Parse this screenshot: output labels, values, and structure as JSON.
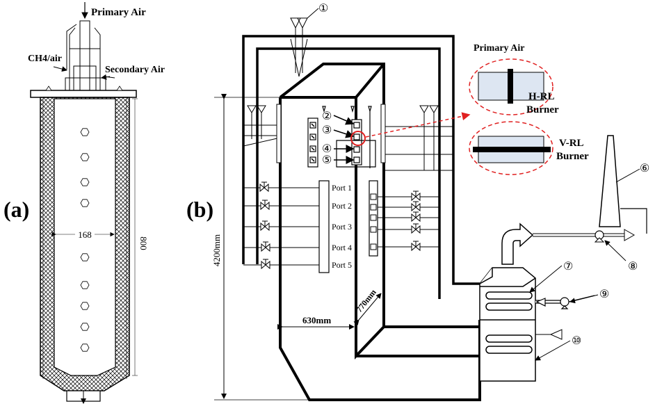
{
  "panel_a": {
    "label": "(a)",
    "primary_air": "Primary Air",
    "ch4_air": "CH4/air",
    "secondary_air": "Secondary Air",
    "dim_width": "168",
    "dim_height": "800",
    "colors": {
      "primary": "#e02020",
      "ch4": "#b01515",
      "secondary": "#1a2fd6"
    }
  },
  "panel_b": {
    "label": "(b)",
    "markers": [
      "①",
      "②",
      "③",
      "④",
      "⑤",
      "⑥",
      "⑦",
      "⑧",
      "⑨",
      "⑩"
    ],
    "ports": [
      "Port 1",
      "Port 2",
      "Port 3",
      "Port 4",
      "Port 5"
    ],
    "dim_height": "4200mm",
    "dim_width": "630mm",
    "dim_depth": "770mm",
    "inset_title": "Primary Air",
    "h_burner_line1": "H-RL",
    "h_burner_line2": "Burner",
    "v_burner_line1": "V-RL",
    "v_burner_line2": "Burner",
    "colors": {
      "highlight": "#e02020",
      "burner_fill": "#dde6f2",
      "inset_title": "#707070"
    }
  }
}
